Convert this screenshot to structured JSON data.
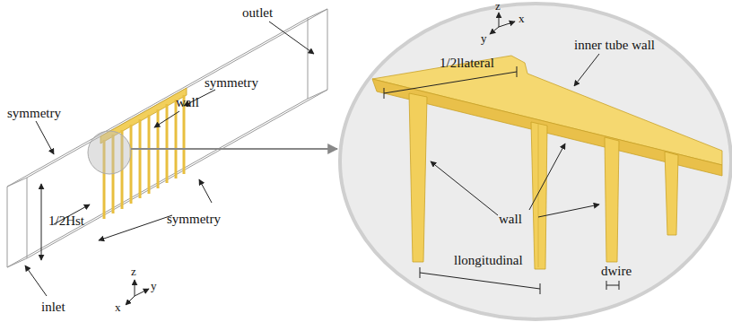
{
  "diagram": {
    "labels": [
      "outlet",
      "symmetry",
      "symmetry",
      "wall",
      "1/2Hst",
      "symmetry",
      "inlet",
      "z",
      "y",
      "x",
      "z",
      "x",
      "y",
      "inner tube wall",
      "1/2llateral",
      "wall",
      "llongitudinal",
      "dwire"
    ]
  }
}
